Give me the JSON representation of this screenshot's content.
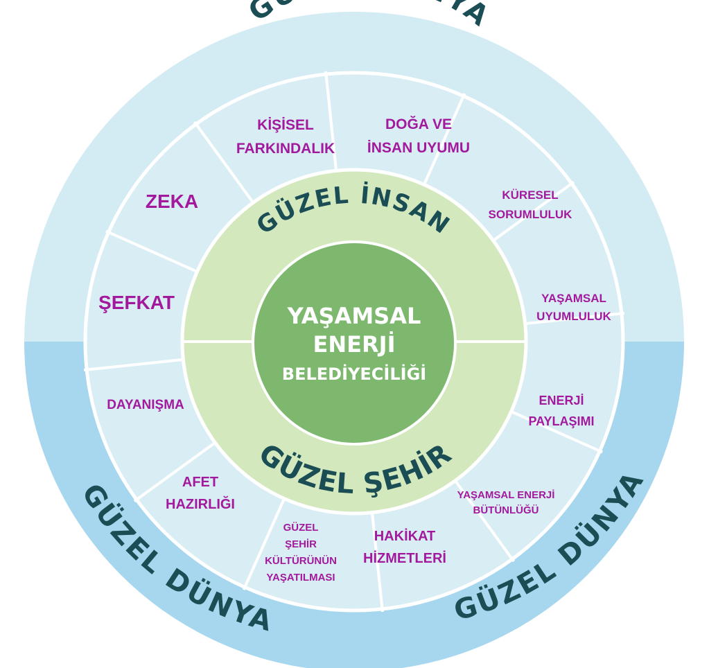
{
  "colors": {
    "outer_top": "#d3ebf3",
    "outer_bottom": "#a6d7ee",
    "segment_fill": "#d9eef4",
    "divider": "#ffffff",
    "inner_ring": "#d3e8bd",
    "center": "#7db86e",
    "title_text": "#1b4d55",
    "segment_text": "#a3199e",
    "center_text": "#ffffff"
  },
  "outer_ring": {
    "top_label": "GÜZEL DÜNYA",
    "bottom_left_label": "GÜZEL DÜNYA",
    "bottom_right_label": "GÜZEL DÜNYA"
  },
  "segments": [
    {
      "id": "kisisel-farkindalik",
      "lines": [
        "KİŞİSEL",
        "FARKINDALIK"
      ]
    },
    {
      "id": "doga-ve-insan-uyumu",
      "lines": [
        "DOĞA VE",
        "İNSAN UYUMU"
      ]
    },
    {
      "id": "kuresel-sorumluluk",
      "lines": [
        "KÜRESEL",
        "SORUMLULUK"
      ]
    },
    {
      "id": "yasamsal-uyumluluk",
      "lines": [
        "YAŞAMSAL",
        "UYUMLULUK"
      ]
    },
    {
      "id": "enerji-paylasimi",
      "lines": [
        "ENERJİ",
        "PAYLAŞIMI"
      ]
    },
    {
      "id": "yasamsal-enerji-butunlugu",
      "lines": [
        "YAŞAMSAL ENERJİ",
        "BÜTÜNLÜĞÜ"
      ]
    },
    {
      "id": "hakikat-hizmetleri",
      "lines": [
        "HAKİKAT",
        "HİZMETLERİ"
      ]
    },
    {
      "id": "guzel-sehir-kulturunun-yasatilmasi",
      "lines": [
        "GÜZEL",
        "ŞEHİR",
        "KÜLTÜRÜNÜN",
        "YAŞATILMASI"
      ]
    },
    {
      "id": "afet-hazirligi",
      "lines": [
        "AFET",
        "HAZIRLIĞI"
      ]
    },
    {
      "id": "dayanisma",
      "lines": [
        "DAYANIŞMA"
      ]
    },
    {
      "id": "sefkat",
      "lines": [
        "ŞEFKAT"
      ]
    },
    {
      "id": "zeka",
      "lines": [
        "ZEKA"
      ]
    }
  ],
  "inner_ring": {
    "top_label": "GÜZEL İNSAN",
    "bottom_label": "GÜZEL ŞEHİR"
  },
  "center": {
    "lines": [
      "YAŞAMSAL",
      "ENERJİ",
      "BELEDİYECİLİĞİ"
    ]
  }
}
